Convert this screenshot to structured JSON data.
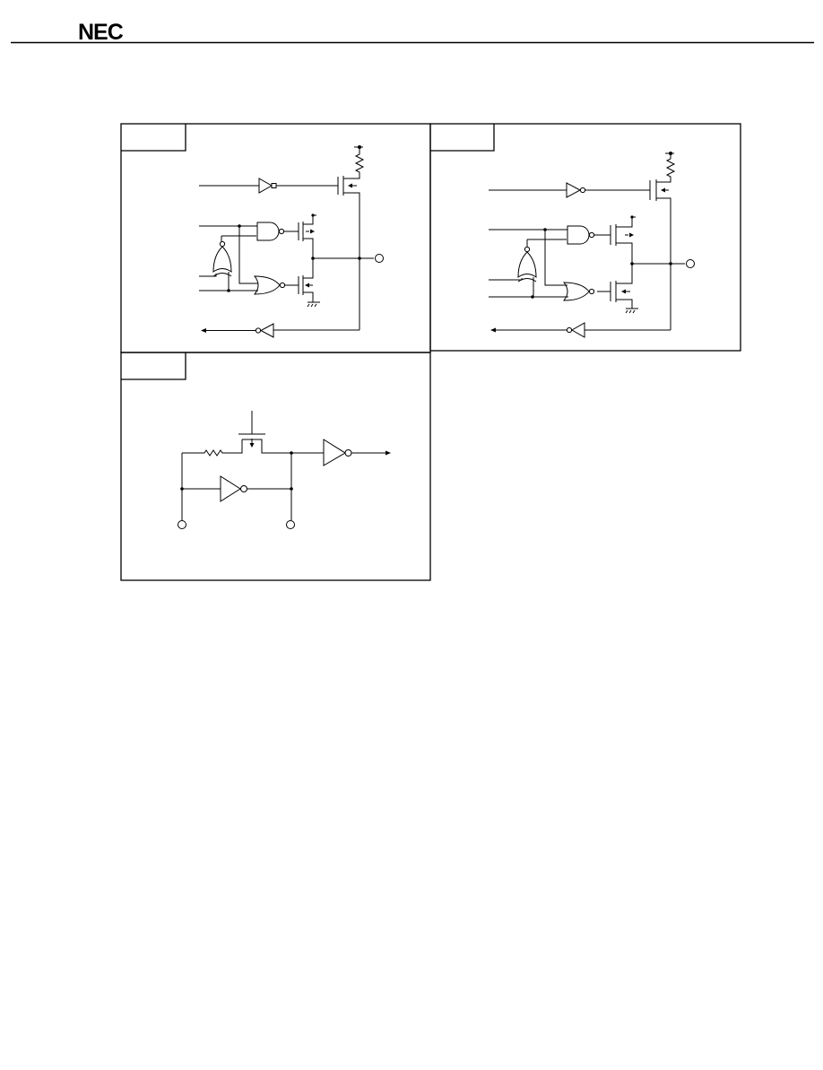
{
  "header": {
    "logo_text": "NEC"
  },
  "colors": {
    "ink": "#000000",
    "paper": "#ffffff"
  },
  "diagram": {
    "panels": [
      "circuit-panel-top-left",
      "circuit-panel-top-right",
      "circuit-panel-bottom-left"
    ]
  }
}
